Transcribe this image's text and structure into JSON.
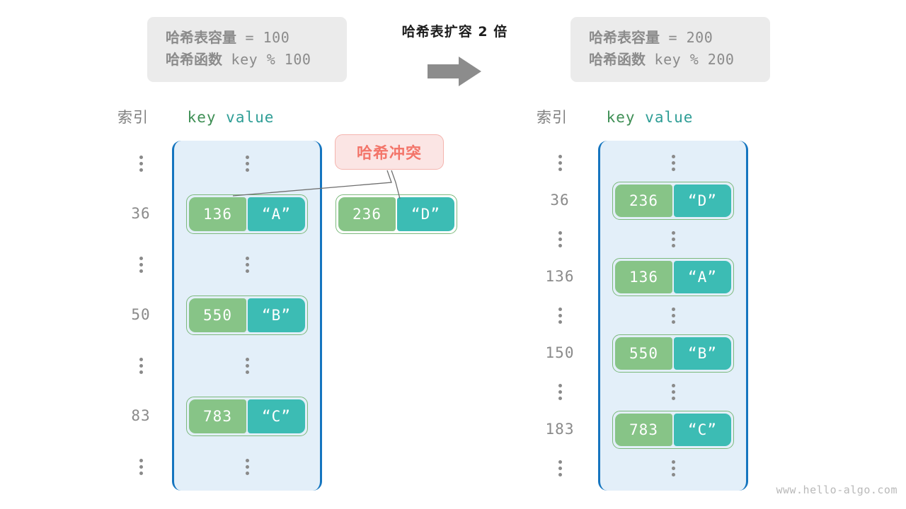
{
  "diagram": {
    "caption": "哈希表扩容 2 倍",
    "arrow_icon": "right-arrow-icon",
    "watermark": "www.hello-algo.com",
    "collision_label": "哈希冲突",
    "accent_colors": {
      "bucket_fill": "#e3eff9",
      "bucket_border": "#1575bf",
      "key_cell": "#87c487",
      "value_cell": "#3cbcb4",
      "pair_border": "#7cb97c",
      "collision_bg": "#fbe5e4",
      "collision_border": "#f4b4ae",
      "collision_text": "#f3756a",
      "info_box_bg": "#ebebeb",
      "info_text": "#8b8b8b",
      "index_text": "#8a8a8a",
      "key_header": "#3f8f55",
      "value_header": "#2f9e96"
    }
  },
  "before": {
    "info": {
      "capacity_label": "哈希表容量",
      "capacity_expr": " = 100",
      "function_label": "哈希函数",
      "function_expr": " key % 100"
    },
    "header": {
      "index": "索引",
      "key": "key",
      "value": "value"
    },
    "rows": [
      {
        "index": "⋮",
        "type": "dots"
      },
      {
        "index": "36",
        "type": "pair",
        "key": "136",
        "value": "“A”"
      },
      {
        "index": "⋮",
        "type": "dots"
      },
      {
        "index": "50",
        "type": "pair",
        "key": "550",
        "value": "“B”"
      },
      {
        "index": "⋮",
        "type": "dots"
      },
      {
        "index": "83",
        "type": "pair",
        "key": "783",
        "value": "“C”"
      },
      {
        "index": "⋮",
        "type": "dots"
      }
    ],
    "overflow_pair": {
      "key": "236",
      "value": "“D”"
    }
  },
  "after": {
    "info": {
      "capacity_label": "哈希表容量",
      "capacity_expr": " = 200",
      "function_label": "哈希函数",
      "function_expr": " key % 200"
    },
    "header": {
      "index": "索引",
      "key": "key",
      "value": "value"
    },
    "rows": [
      {
        "index": "⋮",
        "type": "dots"
      },
      {
        "index": "36",
        "type": "pair",
        "key": "236",
        "value": "“D”"
      },
      {
        "index": "⋮",
        "type": "dots"
      },
      {
        "index": "136",
        "type": "pair",
        "key": "136",
        "value": "“A”"
      },
      {
        "index": "⋮",
        "type": "dots"
      },
      {
        "index": "150",
        "type": "pair",
        "key": "550",
        "value": "“B”"
      },
      {
        "index": "⋮",
        "type": "dots"
      },
      {
        "index": "183",
        "type": "pair",
        "key": "783",
        "value": "“C”"
      },
      {
        "index": "⋮",
        "type": "dots"
      }
    ]
  }
}
